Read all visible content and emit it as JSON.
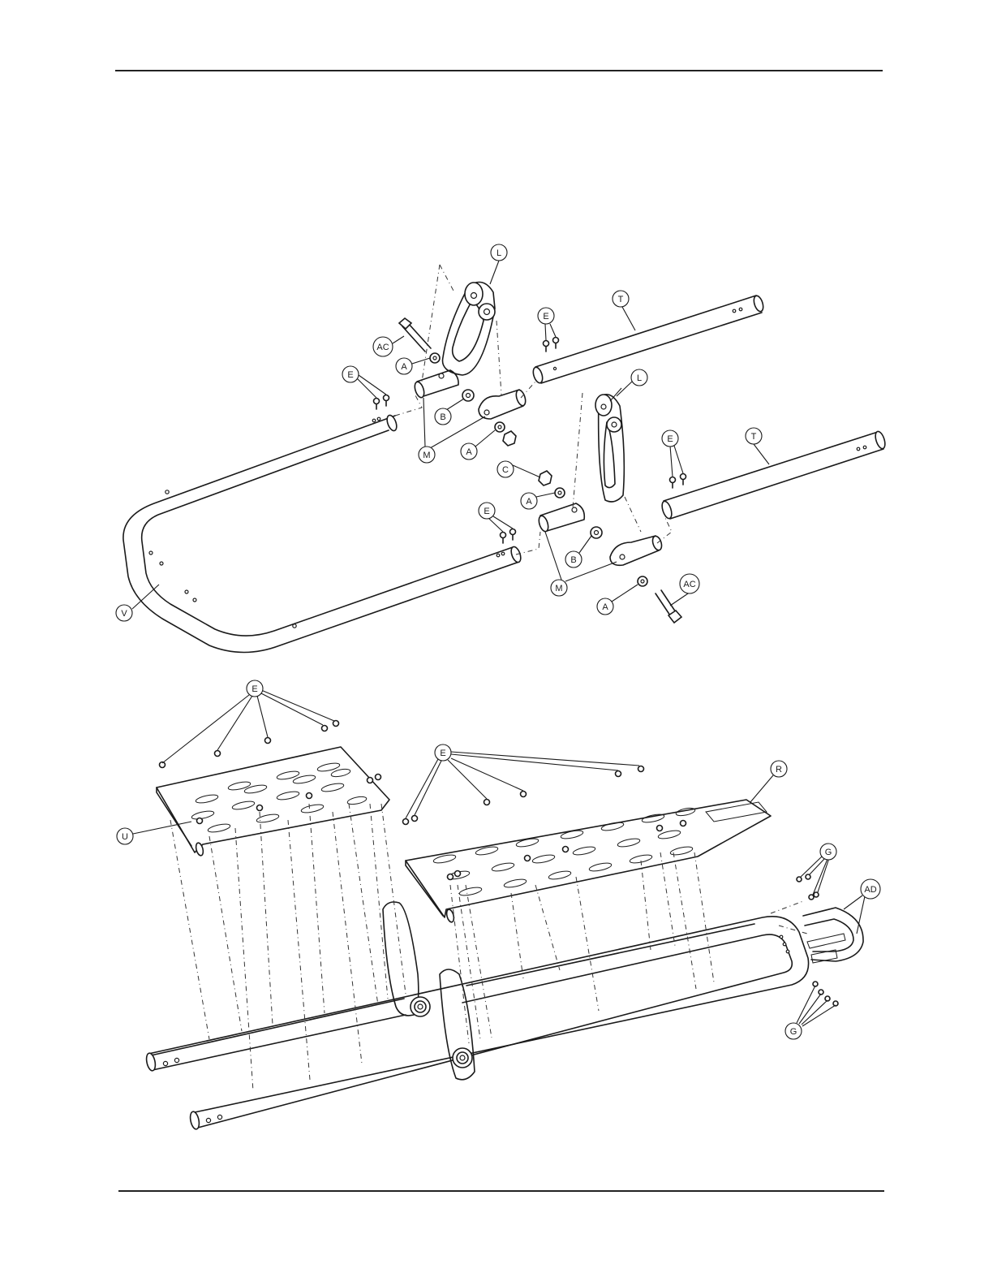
{
  "callouts": {
    "upper": {
      "L1": "L",
      "L2": "L",
      "T1": "T",
      "T2": "T",
      "AC1": "AC",
      "AC2": "AC",
      "E1": "E",
      "E2": "E",
      "E3": "E",
      "E4": "E",
      "A1": "A",
      "A2": "A",
      "A3": "A",
      "A4": "A",
      "B1": "B",
      "B2": "B",
      "M1": "M",
      "M2": "M",
      "C1": "C",
      "V1": "V"
    },
    "lower": {
      "E1": "E",
      "E2": "E",
      "U1": "U",
      "R1": "R",
      "G1": "G",
      "G2": "G",
      "AD1": "AD"
    }
  }
}
